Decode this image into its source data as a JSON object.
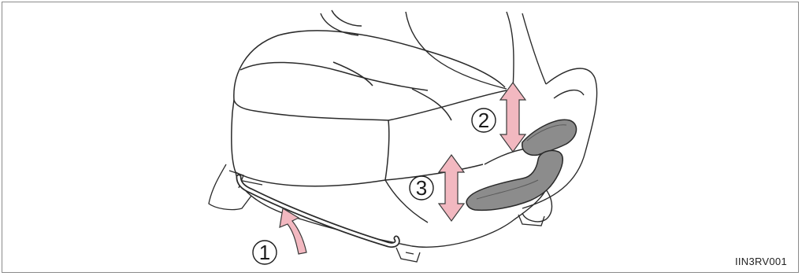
{
  "figure": {
    "callouts": [
      {
        "number": "1"
      },
      {
        "number": "2"
      },
      {
        "number": "3"
      }
    ],
    "code": "IIN3RV001",
    "colors": {
      "arrow": "#f2b8c0",
      "arrow_stroke": "#3a3a3a",
      "lever": "#8c8c8c",
      "line": "#2a2a2a"
    }
  }
}
